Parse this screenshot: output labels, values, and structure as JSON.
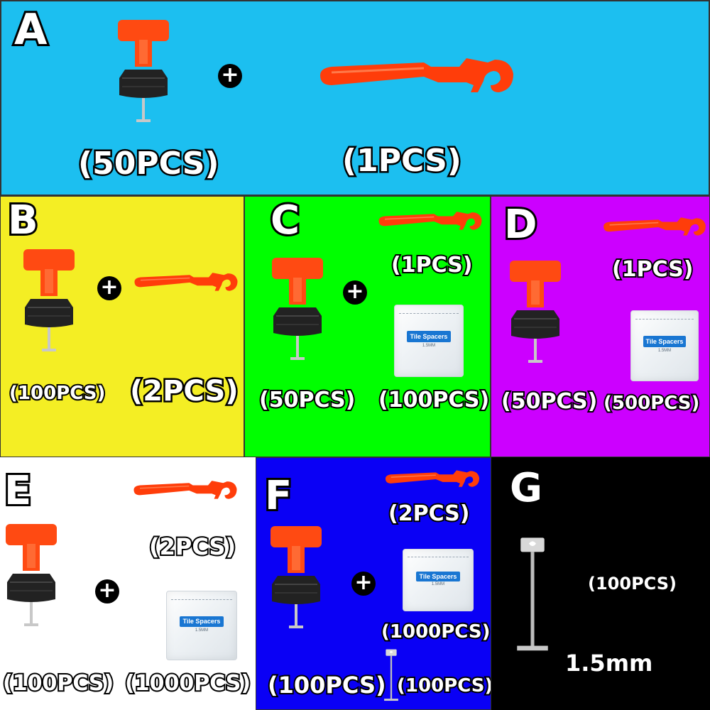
{
  "panels": {
    "A": {
      "letter": "A",
      "bg": "#1cbff0",
      "qty_leveler": "(50PCS)",
      "qty_wrench": "(1PCS)"
    },
    "B": {
      "letter": "B",
      "bg": "#f4ee24",
      "qty_leveler": "(100PCS)",
      "qty_wrench": "(2PCS)"
    },
    "C": {
      "letter": "C",
      "bg": "#00ff00",
      "qty_wrench": "(1PCS)",
      "qty_leveler": "(50PCS)",
      "qty_bag": "(100PCS)"
    },
    "D": {
      "letter": "D",
      "bg": "#cc00ff",
      "qty_wrench": "(1PCS)",
      "qty_leveler": "(50PCS)",
      "qty_bag": "(500PCS)"
    },
    "E": {
      "letter": "E",
      "bg": "#ffffff",
      "qty_wrench": "(2PCS)",
      "qty_leveler": "(100PCS)",
      "qty_bag": "(1000PCS)"
    },
    "F": {
      "letter": "F",
      "bg": "#0a00f5",
      "qty_wrench": "(2PCS)",
      "qty_bag": "(1000PCS)",
      "qty_leveler": "(100PCS)",
      "qty_pin": "(100PCS)"
    },
    "G": {
      "letter": "G",
      "bg": "#000000",
      "qty_pin": "(100PCS)",
      "size": "1.5mm"
    }
  },
  "bag_label": "Tile Spacers",
  "bag_sub": "1.5MM",
  "plus_symbol": "+",
  "colors": {
    "cap": "#ff4a12",
    "base": "#222222",
    "wrench": "#ff3d0a",
    "pin": "#c8c8c8"
  },
  "icons": [
    "leveler-clip-icon",
    "wrench-tool-icon",
    "spacer-bag-icon",
    "t-pin-icon",
    "plus-icon"
  ]
}
